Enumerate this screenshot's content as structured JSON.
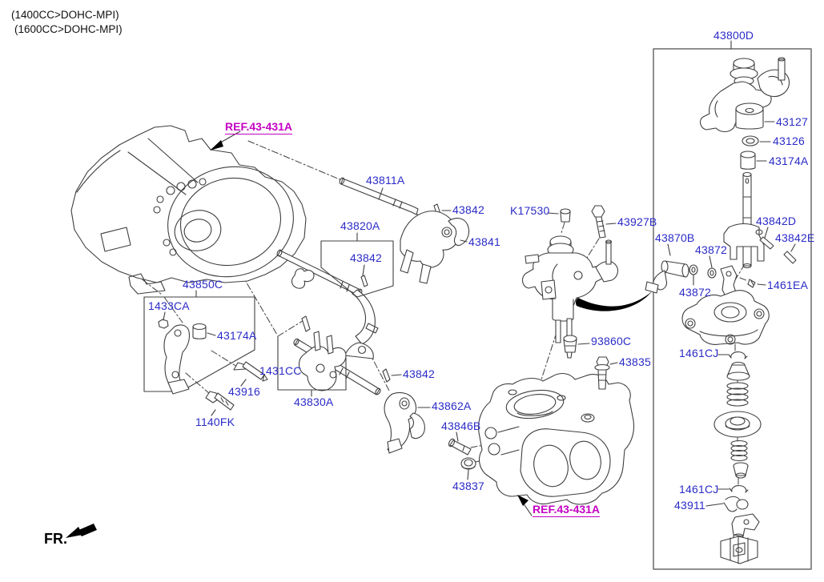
{
  "diagram": {
    "title_notes": [
      "(1400CC>DOHC-MPI)",
      "(1600CC>DOHC-MPI)"
    ],
    "front_marker": "FR.",
    "ref_label_top": "REF.43-431A",
    "ref_label_bottom": "REF.43-431A"
  },
  "colors": {
    "part_label": "#2b2bc8",
    "ref_label": "#c400c4",
    "line_art": "#3f3f3f",
    "background": "#ffffff"
  },
  "labels": [
    {
      "part": "43800D"
    },
    {
      "part": "43127"
    },
    {
      "part": "43126"
    },
    {
      "part": "43174A"
    },
    {
      "part": "43842D"
    },
    {
      "part": "43842E"
    },
    {
      "part": "43870B"
    },
    {
      "part": "43872"
    },
    {
      "part": "43872"
    },
    {
      "part": "1461EA"
    },
    {
      "part": "1461CJ"
    },
    {
      "part": "1461CJ"
    },
    {
      "part": "43911"
    },
    {
      "part": "43811A"
    },
    {
      "part": "43842"
    },
    {
      "part": "43841"
    },
    {
      "part": "43820A"
    },
    {
      "part": "43842"
    },
    {
      "part": "43850C"
    },
    {
      "part": "1433CA"
    },
    {
      "part": "43174A"
    },
    {
      "part": "1431CC"
    },
    {
      "part": "43916"
    },
    {
      "part": "1140FK"
    },
    {
      "part": "43830A"
    },
    {
      "part": "43842"
    },
    {
      "part": "43862A"
    },
    {
      "part": "43846B"
    },
    {
      "part": "43837"
    },
    {
      "part": "K17530"
    },
    {
      "part": "43927B"
    },
    {
      "part": "93860C"
    },
    {
      "part": "43835"
    }
  ]
}
